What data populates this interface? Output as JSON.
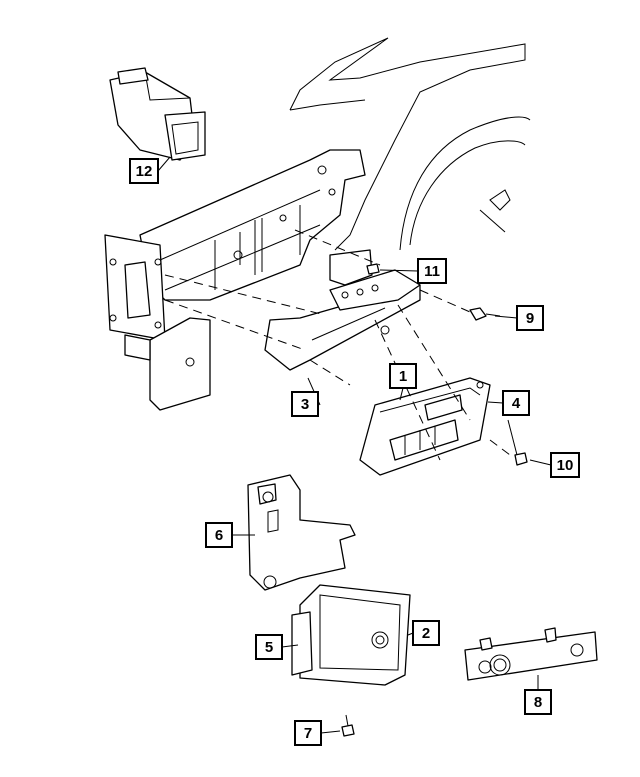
{
  "diagram": {
    "callouts": [
      "1",
      "2",
      "3",
      "4",
      "5",
      "6",
      "7",
      "8",
      "9",
      "10",
      "11",
      "12"
    ]
  },
  "parts": {
    "item_1": "1",
    "item_2": "2",
    "item_3": "3",
    "item_4": "4",
    "item_5": "5",
    "item_6": "6",
    "item_7": "7",
    "item_8": "8",
    "item_9": "9",
    "item_10": "10",
    "item_11": "11",
    "item_12": "12"
  }
}
